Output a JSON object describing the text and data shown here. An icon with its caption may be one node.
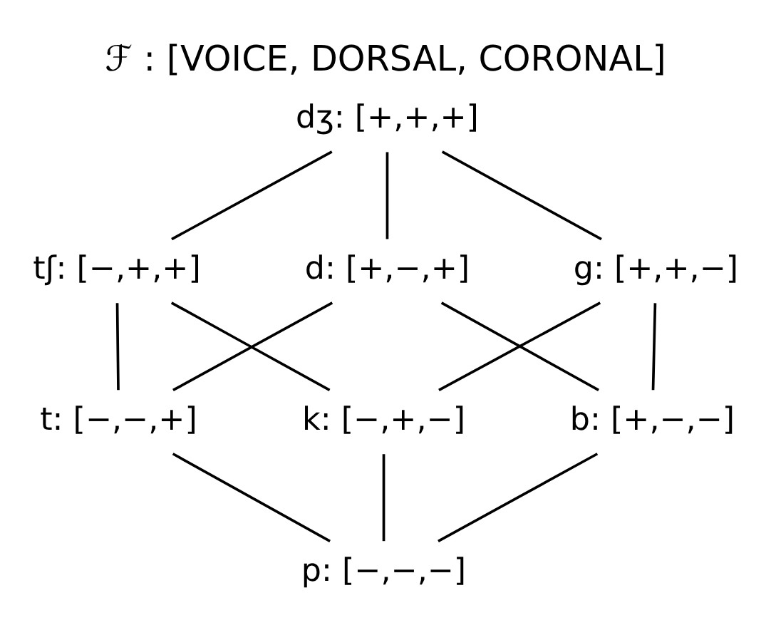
{
  "diagram": {
    "title": "ℱ : [VOICE, DORSAL, CORONAL]",
    "nodes": [
      {
        "text": [
          "dʒ: [+,+,+]"
        ]
      },
      {
        "text": [
          "tʃ: [−,+,+]"
        ]
      },
      {
        "text": [
          "d: [+,−,+]"
        ]
      },
      {
        "text": [
          "g: [+,+,−]"
        ]
      },
      {
        "text": [
          "t: [−,−,+]"
        ]
      },
      {
        "text": [
          "k: [−,+,−]"
        ]
      },
      {
        "text": [
          "b: [+,−,−]"
        ]
      },
      {
        "text": [
          "p: [−,−,−]"
        ]
      }
    ],
    "edges": [
      {
        "from": 0,
        "to": 1,
        "arrow": "none"
      },
      {
        "from": 0,
        "to": 2,
        "arrow": "none"
      },
      {
        "from": 0,
        "to": 3,
        "arrow": "none"
      },
      {
        "from": 1,
        "to": 4,
        "arrow": "none"
      },
      {
        "from": 1,
        "to": 5,
        "arrow": "none"
      },
      {
        "from": 2,
        "to": 4,
        "arrow": "none"
      },
      {
        "from": 2,
        "to": 6,
        "arrow": "none"
      },
      {
        "from": 3,
        "to": 5,
        "arrow": "none"
      },
      {
        "from": 3,
        "to": 6,
        "arrow": "none"
      },
      {
        "from": 4,
        "to": 7,
        "arrow": "none"
      },
      {
        "from": 5,
        "to": 7,
        "arrow": "none"
      },
      {
        "from": 6,
        "to": 7,
        "arrow": "none"
      }
    ]
  }
}
